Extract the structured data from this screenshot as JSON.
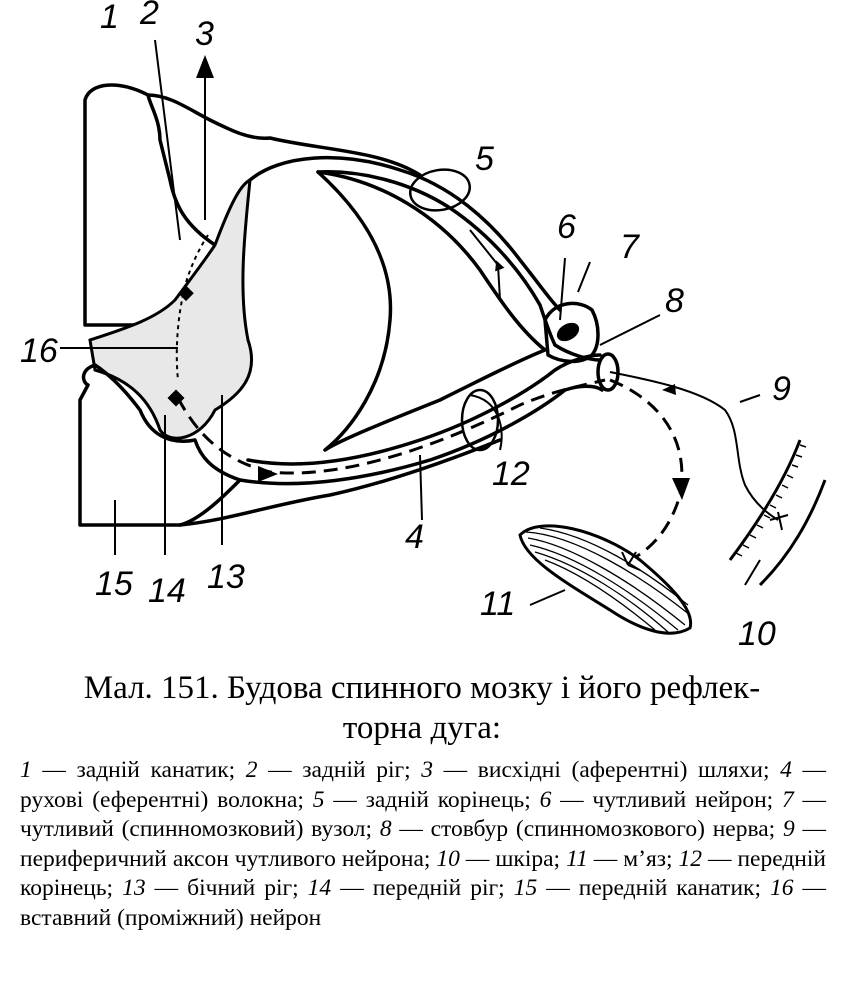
{
  "figure": {
    "labels": [
      "1",
      "2",
      "3",
      "4",
      "5",
      "6",
      "7",
      "8",
      "9",
      "10",
      "11",
      "12",
      "13",
      "14",
      "15",
      "16"
    ]
  },
  "caption": {
    "line1": "Мал. 151. Будова спинного мозку і його рефлек-",
    "line2": "торна дуга:"
  },
  "legend": [
    {
      "num": "1",
      "text": "задній канатик"
    },
    {
      "num": "2",
      "text": "задній ріг"
    },
    {
      "num": "3",
      "text": "висхідні (аферентні) шляхи"
    },
    {
      "num": "4",
      "text": "рухові (еферентні) волокна"
    },
    {
      "num": "5",
      "text": "задній корінець"
    },
    {
      "num": "6",
      "text": "чутливий нейрон"
    },
    {
      "num": "7",
      "text": "чутливий (спинномозковий) вузол"
    },
    {
      "num": "8",
      "text": "стовбур (спинномозкового) нерва"
    },
    {
      "num": "9",
      "text": "периферичний аксон чутливого нейрона"
    },
    {
      "num": "10",
      "text": "шкіра"
    },
    {
      "num": "11",
      "text": "м’яз"
    },
    {
      "num": "12",
      "text": "передній корінець"
    },
    {
      "num": "13",
      "text": "бічний ріг"
    },
    {
      "num": "14",
      "text": "передній ріг"
    },
    {
      "num": "15",
      "text": "передній канатик"
    },
    {
      "num": "16",
      "text": "вставний (проміжний) нейрон"
    }
  ]
}
